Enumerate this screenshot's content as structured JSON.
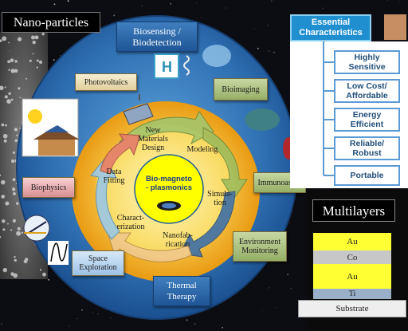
{
  "diagram": {
    "nanoparticles_label": "Nano-particles",
    "center": {
      "line1": "Bio-magneto",
      "line2": "- plasmonics"
    },
    "cycle": {
      "new_materials": {
        "l1": "New",
        "l2": "Materials",
        "l3": "Design"
      },
      "modeling": "Modeling",
      "simulation": {
        "l1": "Simula-",
        "l2": "tion"
      },
      "nanofab": {
        "l1": "Nanofab-",
        "l2": "rication"
      },
      "characterization": {
        "l1": "Charact-",
        "l2": "erization"
      },
      "data_fitting": {
        "l1": "Data",
        "l2": "Fitting"
      }
    },
    "applications": {
      "biosensing": {
        "l1": "Biosensing /",
        "l2": "Biodetection"
      },
      "photovoltaics": "Photovoltaics",
      "bioimaging": "Bioimaging",
      "immunoassys": "Immunoassys",
      "environment": {
        "l1": "Environment",
        "l2": "Monitoring"
      },
      "thermal": {
        "l1": "Thermal",
        "l2": "Therapy"
      },
      "space": {
        "l1": "Space",
        "l2": "Exploration"
      },
      "biophysics": "Biophysics"
    },
    "essential": {
      "title_l1": "Essential",
      "title_l2": "Characteristics",
      "items": [
        {
          "l1": "Highly",
          "l2": "Sensitive"
        },
        {
          "l1": "Low Cost/",
          "l2": "Affordable"
        },
        {
          "l1": "Energy",
          "l2": "Efficient"
        },
        {
          "l1": "Reliable/",
          "l2": "Robust"
        },
        {
          "l1": "Portable",
          "l2": ""
        }
      ]
    },
    "multilayers": {
      "title": "Multilayers",
      "layers": [
        "Au",
        "Co",
        "Au",
        "Ti"
      ],
      "substrate": "Substrate"
    }
  },
  "colors": {
    "outer_ring": "#1f5a9c",
    "ring_highlight": "#5ea3dc",
    "inner_ring": "#f2a91e",
    "inner_disc": "#fbe27a",
    "center": "#ffff00",
    "gold_layer": "#ffff33",
    "co_layer": "#c7c7c7"
  },
  "icons": [
    "lightbulb-icon",
    "house-icon",
    "solar-panel-icon",
    "h-cube-icon",
    "dna-icon",
    "brain-icon",
    "lungs-icon",
    "satellite-icon",
    "wave-icon",
    "nanowire-icon"
  ]
}
